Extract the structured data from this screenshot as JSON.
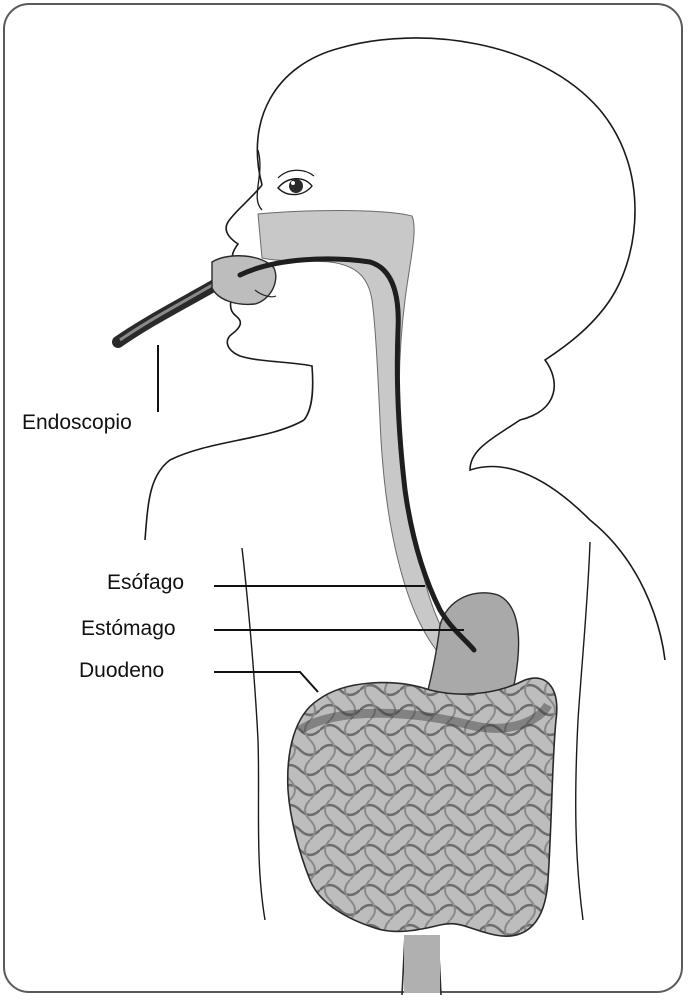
{
  "labels": {
    "endoscope": "Endoscopio",
    "esophagus": "Esófago",
    "stomach": "Estómago",
    "duodenum": "Duodeno"
  },
  "colors": {
    "frame": "#5a5a5a",
    "line": "#111111",
    "shading": "#c8c8c8",
    "organ": "#a9a9a9",
    "endoscope": "#2a2a2a"
  }
}
